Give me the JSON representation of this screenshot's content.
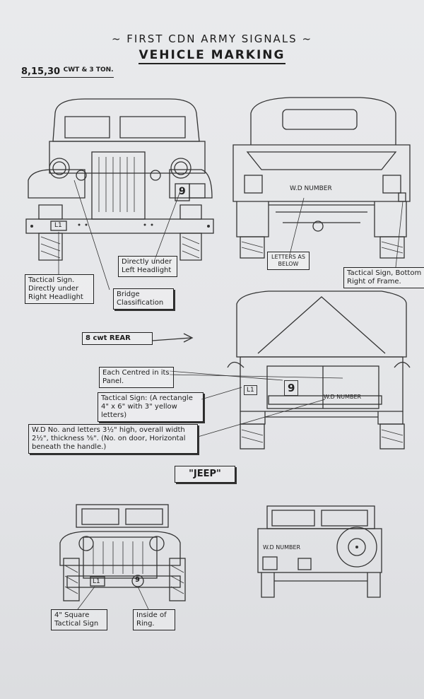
{
  "header": {
    "unit": "~ FIRST CDN ARMY SIGNALS ~",
    "title": "VEHICLE MARKING",
    "vehicle_ref": "8,15,30",
    "vehicle_ref_suffix": "CWT & 3 TON."
  },
  "truck_front": {
    "tactical_plate": "L1",
    "bridge_number": "9",
    "callouts": {
      "tactical_sign": "Tactical Sign. Directly under Right Headlight",
      "bridge": "Bridge Classification",
      "left_headlight": "Directly under Left Headlight"
    }
  },
  "truck_rear": {
    "wd_number": "W.D NUMBER",
    "letters_as_below": "LETTERS AS BELOW",
    "tactical_bottom": "Tactical Sign, Bottom Right of Frame."
  },
  "rear_8cwt": {
    "label": "8 cwt REAR",
    "tactical_plate": "L1",
    "bridge_number": "9",
    "wd_number": "W.D NUMBER",
    "callouts": {
      "each_centred": "Each Centred in its Panel.",
      "tactical_rect": "Tactical Sign: (A rectangle 4\" x 6\" with 3\" yellow letters)",
      "wd_letters": "W.D No. and letters 3½\" high, overall width 2½\", thickness ⅝\". (No. on door, Horizontal beneath the handle.)"
    }
  },
  "jeep": {
    "label": "\"JEEP\"",
    "tactical_plate": "L1",
    "bridge_number": "9",
    "wd_number": "W.D NUMBER",
    "callouts": {
      "square": "4\" Square Tactical Sign",
      "ring": "Inside of Ring."
    }
  },
  "colors": {
    "paper": "#e6e7ea",
    "ink": "#1d1d1d"
  }
}
